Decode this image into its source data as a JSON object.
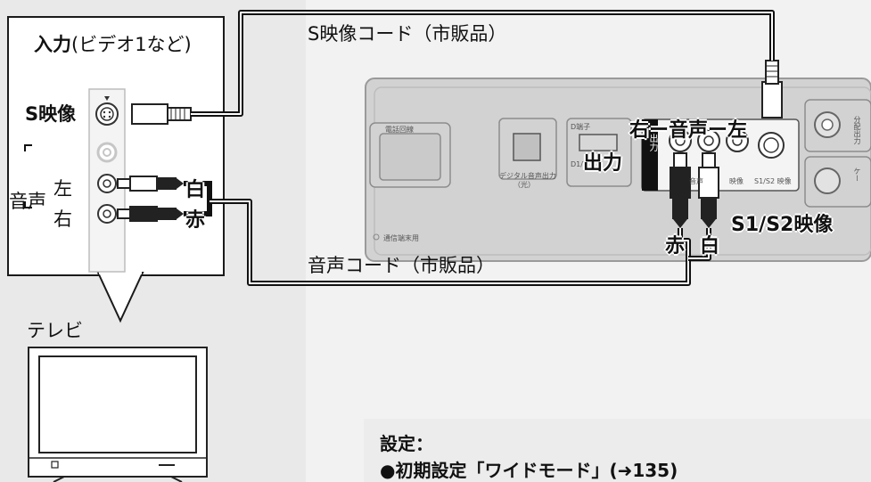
{
  "tv_input": {
    "title_bold": "入力",
    "title_rest": "(ビデオ1など)",
    "s_video_label": "S映像",
    "audio_label": "音声",
    "left_label": "左",
    "right_label": "右",
    "white_label": "白",
    "red_label": "赤"
  },
  "tv_label": "テレビ",
  "cables": {
    "s_video_cable": "S映像コード（市販品）",
    "audio_cable": "音声コード（市販品）"
  },
  "recorder": {
    "audio_out_label": "右ー音声ー左",
    "output_label": "出力",
    "s_video_out_label": "S1/S2映像",
    "red_label": "赤",
    "white_label": "白",
    "tag_phone_line": "電話回線",
    "tag_digital_audio": "デジタル音声出力",
    "tag_optical": "（光）",
    "tag_d_terminal": "D端子",
    "tag_d1": "D1/",
    "tag_comm": "通信端末用",
    "tag_out_vertical": "出力",
    "tag_audio_small": "音声",
    "tag_video_small": "映像",
    "tag_s1s2_small": "S1/S2 映像",
    "tag_bunpai": "分配出力",
    "tag_cable": "ケー"
  },
  "settings": {
    "title": "設定：",
    "line": "●初期設定「ワイドモード」(➜135)"
  },
  "colors": {
    "cable": "#111111",
    "panel_left": "#e9e9e9",
    "panel_right": "#f2f2f2",
    "device": "#d2d2d2"
  }
}
